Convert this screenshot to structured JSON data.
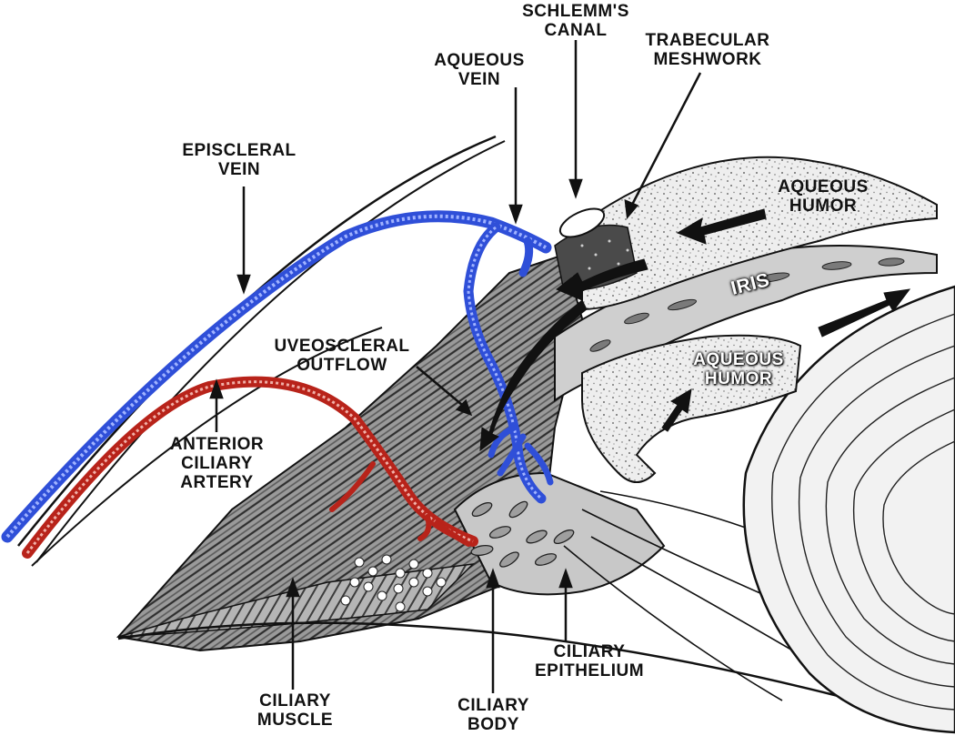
{
  "labels": {
    "schlemms_canal": [
      "SCHLEMM'S",
      "CANAL"
    ],
    "trabecular_meshwork": [
      "TRABECULAR",
      "MESHWORK"
    ],
    "aqueous_vein": [
      "AQUEOUS",
      "VEIN"
    ],
    "episcleral_vein": [
      "EPISCLERAL",
      "VEIN"
    ],
    "aqueous_humor_upper": [
      "AQUEOUS",
      "HUMOR"
    ],
    "iris": "IRIS",
    "aqueous_humor_lower": [
      "AQUEOUS",
      "HUMOR"
    ],
    "uveoscleral_outflow": [
      "UVEOSCLERAL",
      "OUTFLOW"
    ],
    "anterior_ciliary_artery": [
      "ANTERIOR",
      "CILIARY",
      "ARTERY"
    ],
    "ciliary_epithelium": [
      "CILIARY",
      "EPITHELIUM"
    ],
    "ciliary_muscle": [
      "CILIARY",
      "MUSCLE"
    ],
    "ciliary_body": [
      "CILIARY",
      "BODY"
    ]
  },
  "colors": {
    "vein": "#2f4fd8",
    "artery": "#b8231a",
    "tissue_dark": "#3a3a3a",
    "tissue_mid": "#8a8a8a",
    "tissue_light": "#d6d6d6",
    "outline": "#111111"
  }
}
